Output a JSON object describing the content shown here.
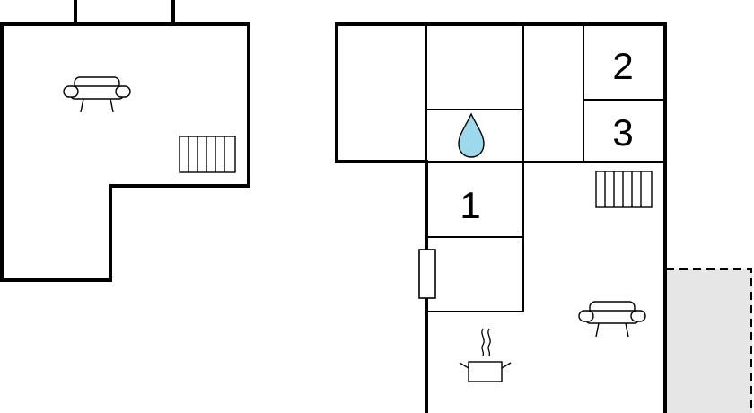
{
  "rooms": {
    "bedroom_1": {
      "label": "1"
    },
    "bedroom_2": {
      "label": "2"
    },
    "bedroom_3": {
      "label": "3"
    }
  },
  "icons": {
    "sofa": "sofa-icon",
    "radiator": "radiator-icon",
    "water": "water-drop-icon",
    "cooking": "cooking-pot-icon",
    "door": "door-icon"
  },
  "colors": {
    "walls": "#000000",
    "water": "#9ed8ec",
    "terrace": "#e6e6e6",
    "background": "#ffffff"
  }
}
